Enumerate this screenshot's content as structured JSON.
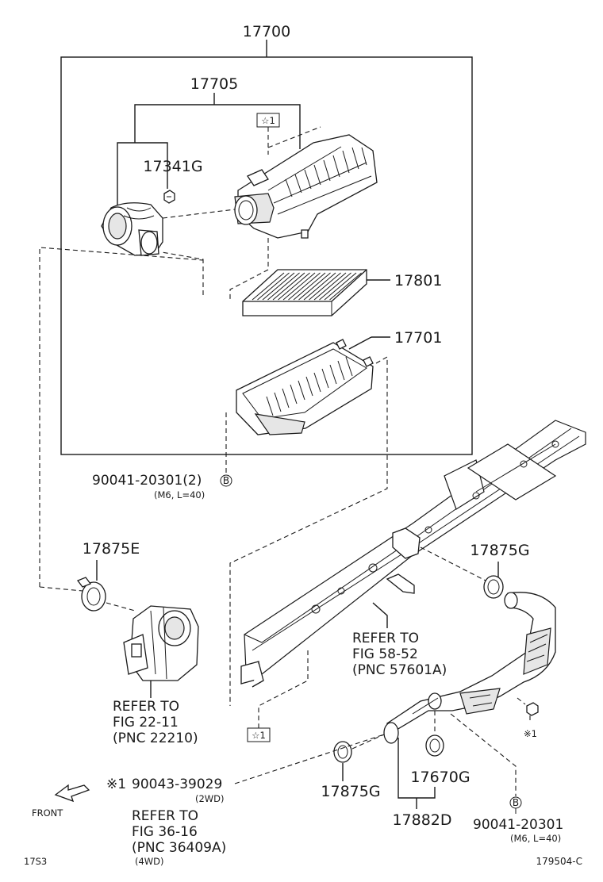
{
  "labels": {
    "assembly": "17700",
    "cap": "17705",
    "clamp_top": "17341G",
    "element": "17801",
    "case": "17701",
    "bolt_left": "90041-20301(2)",
    "bolt_left_spec": "(M6, L=40)",
    "clamp_e": "17875E",
    "refer_throttle_1": "REFER TO",
    "refer_throttle_2": "FIG 22-11",
    "refer_throttle_3": "(PNC 22210)",
    "clamp_g_top": "17875G",
    "refer_frame_1": "REFER TO",
    "refer_frame_2": "FIG 58-52",
    "refer_frame_3": "(PNC 57601A)",
    "note_1": "※1",
    "note_star": "☆1",
    "note_star_bottom": "☆1",
    "ref_part_prefix": "※1",
    "ref_part": "90043-39029",
    "ref_part_spec": "(2WD)",
    "refer_4wd_1": "REFER TO",
    "refer_4wd_2": "FIG 36-16",
    "refer_4wd_3": "(PNC 36409A)",
    "refer_4wd_spec": "(4WD)",
    "clamp_g_bottom": "17875G",
    "clamp_670": "17670G",
    "hose": "17882D",
    "bolt_right": "90041-20301",
    "bolt_right_spec": "(M6, L=40)",
    "bolt_marker_left": "B",
    "bolt_marker_right": "B",
    "front": "FRONT",
    "code_left": "17S3",
    "code_right": "179504-C"
  }
}
